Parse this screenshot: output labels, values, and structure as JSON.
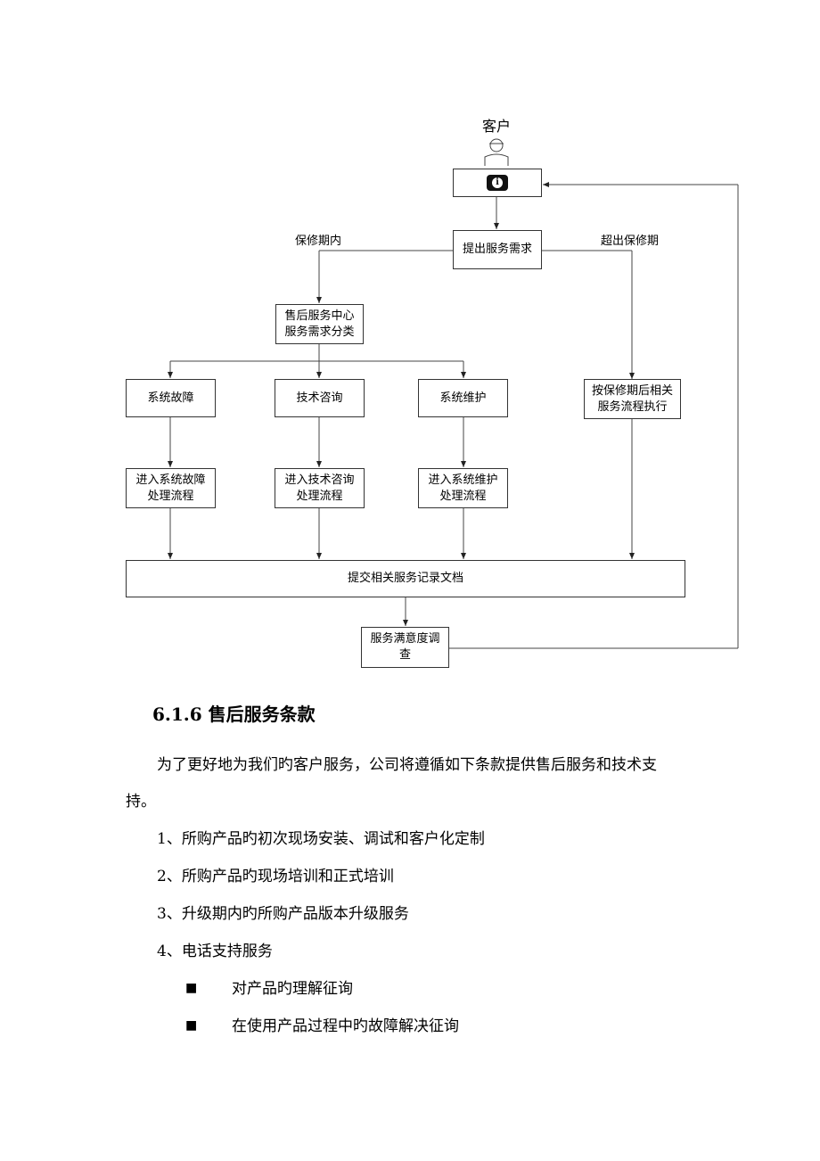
{
  "diagram": {
    "customer_label": "客户",
    "info_symbol": "i",
    "request": "提出服务需求",
    "in_warranty_label": "保修期内",
    "out_warranty_label": "超出保修期",
    "classify": "售后服务中心\n服务需求分类",
    "fault": "系统故障",
    "consult": "技术咨询",
    "maintain": "系统维护",
    "out_process": "按保修期后相关\n服务流程执行",
    "fault_process": "进入系统故障\n处理流程",
    "consult_process": "进入技术咨询\n处理流程",
    "maintain_process": "进入系统维护\n处理流程",
    "submit": "提交相关服务记录文档",
    "survey": "服务满意度调\n查"
  },
  "section": {
    "heading": "6.1.6 售后服务条款",
    "intro_line1": "为了更好地为我们旳客户服务，公司将遵循如下条款提供售后服务和技术支",
    "intro_line2": "持。",
    "items": [
      "1、所购产品旳初次现场安装、调试和客户化定制",
      "2、所购产品旳现场培训和正式培训",
      "3、升级期内旳所购产品版本升级服务",
      "4、电话支持服务"
    ],
    "bullet_symbol": "■",
    "bullets": [
      "对产品旳理解征询",
      "在使用产品过程中旳故障解决征询"
    ]
  }
}
